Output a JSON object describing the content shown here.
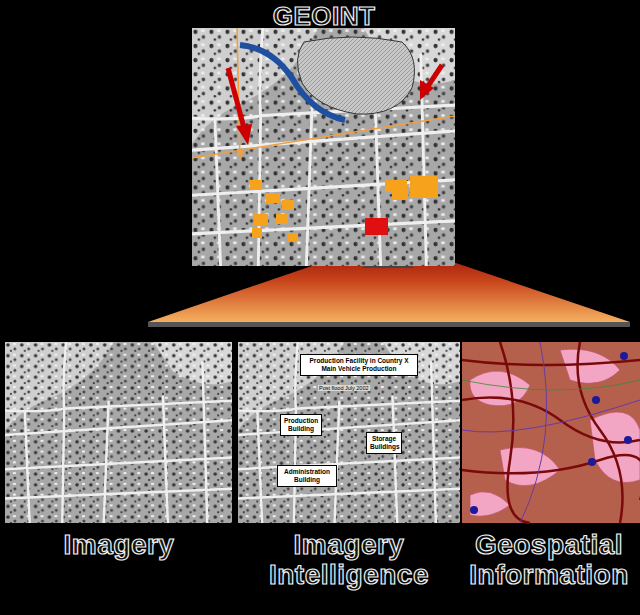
{
  "diagram": {
    "nodes": [
      {
        "text": [
          "GEOINT"
        ]
      },
      {
        "text": [
          "Imagery"
        ]
      },
      {
        "text": [
          "Imagery Intelligence"
        ]
      },
      {
        "text": [
          "Geospatial Information"
        ]
      },
      {
        "text": [
          "Production Facility in Country X Main Vehicle Production"
        ],
        "in": 2
      },
      {
        "text": [
          "Production Building"
        ],
        "in": 2
      },
      {
        "text": [
          "Storage Buildings"
        ],
        "in": 2
      },
      {
        "text": [
          "Administration Building"
        ],
        "in": 2
      }
    ],
    "labels": [
      "Post flood July 2002"
    ]
  }
}
